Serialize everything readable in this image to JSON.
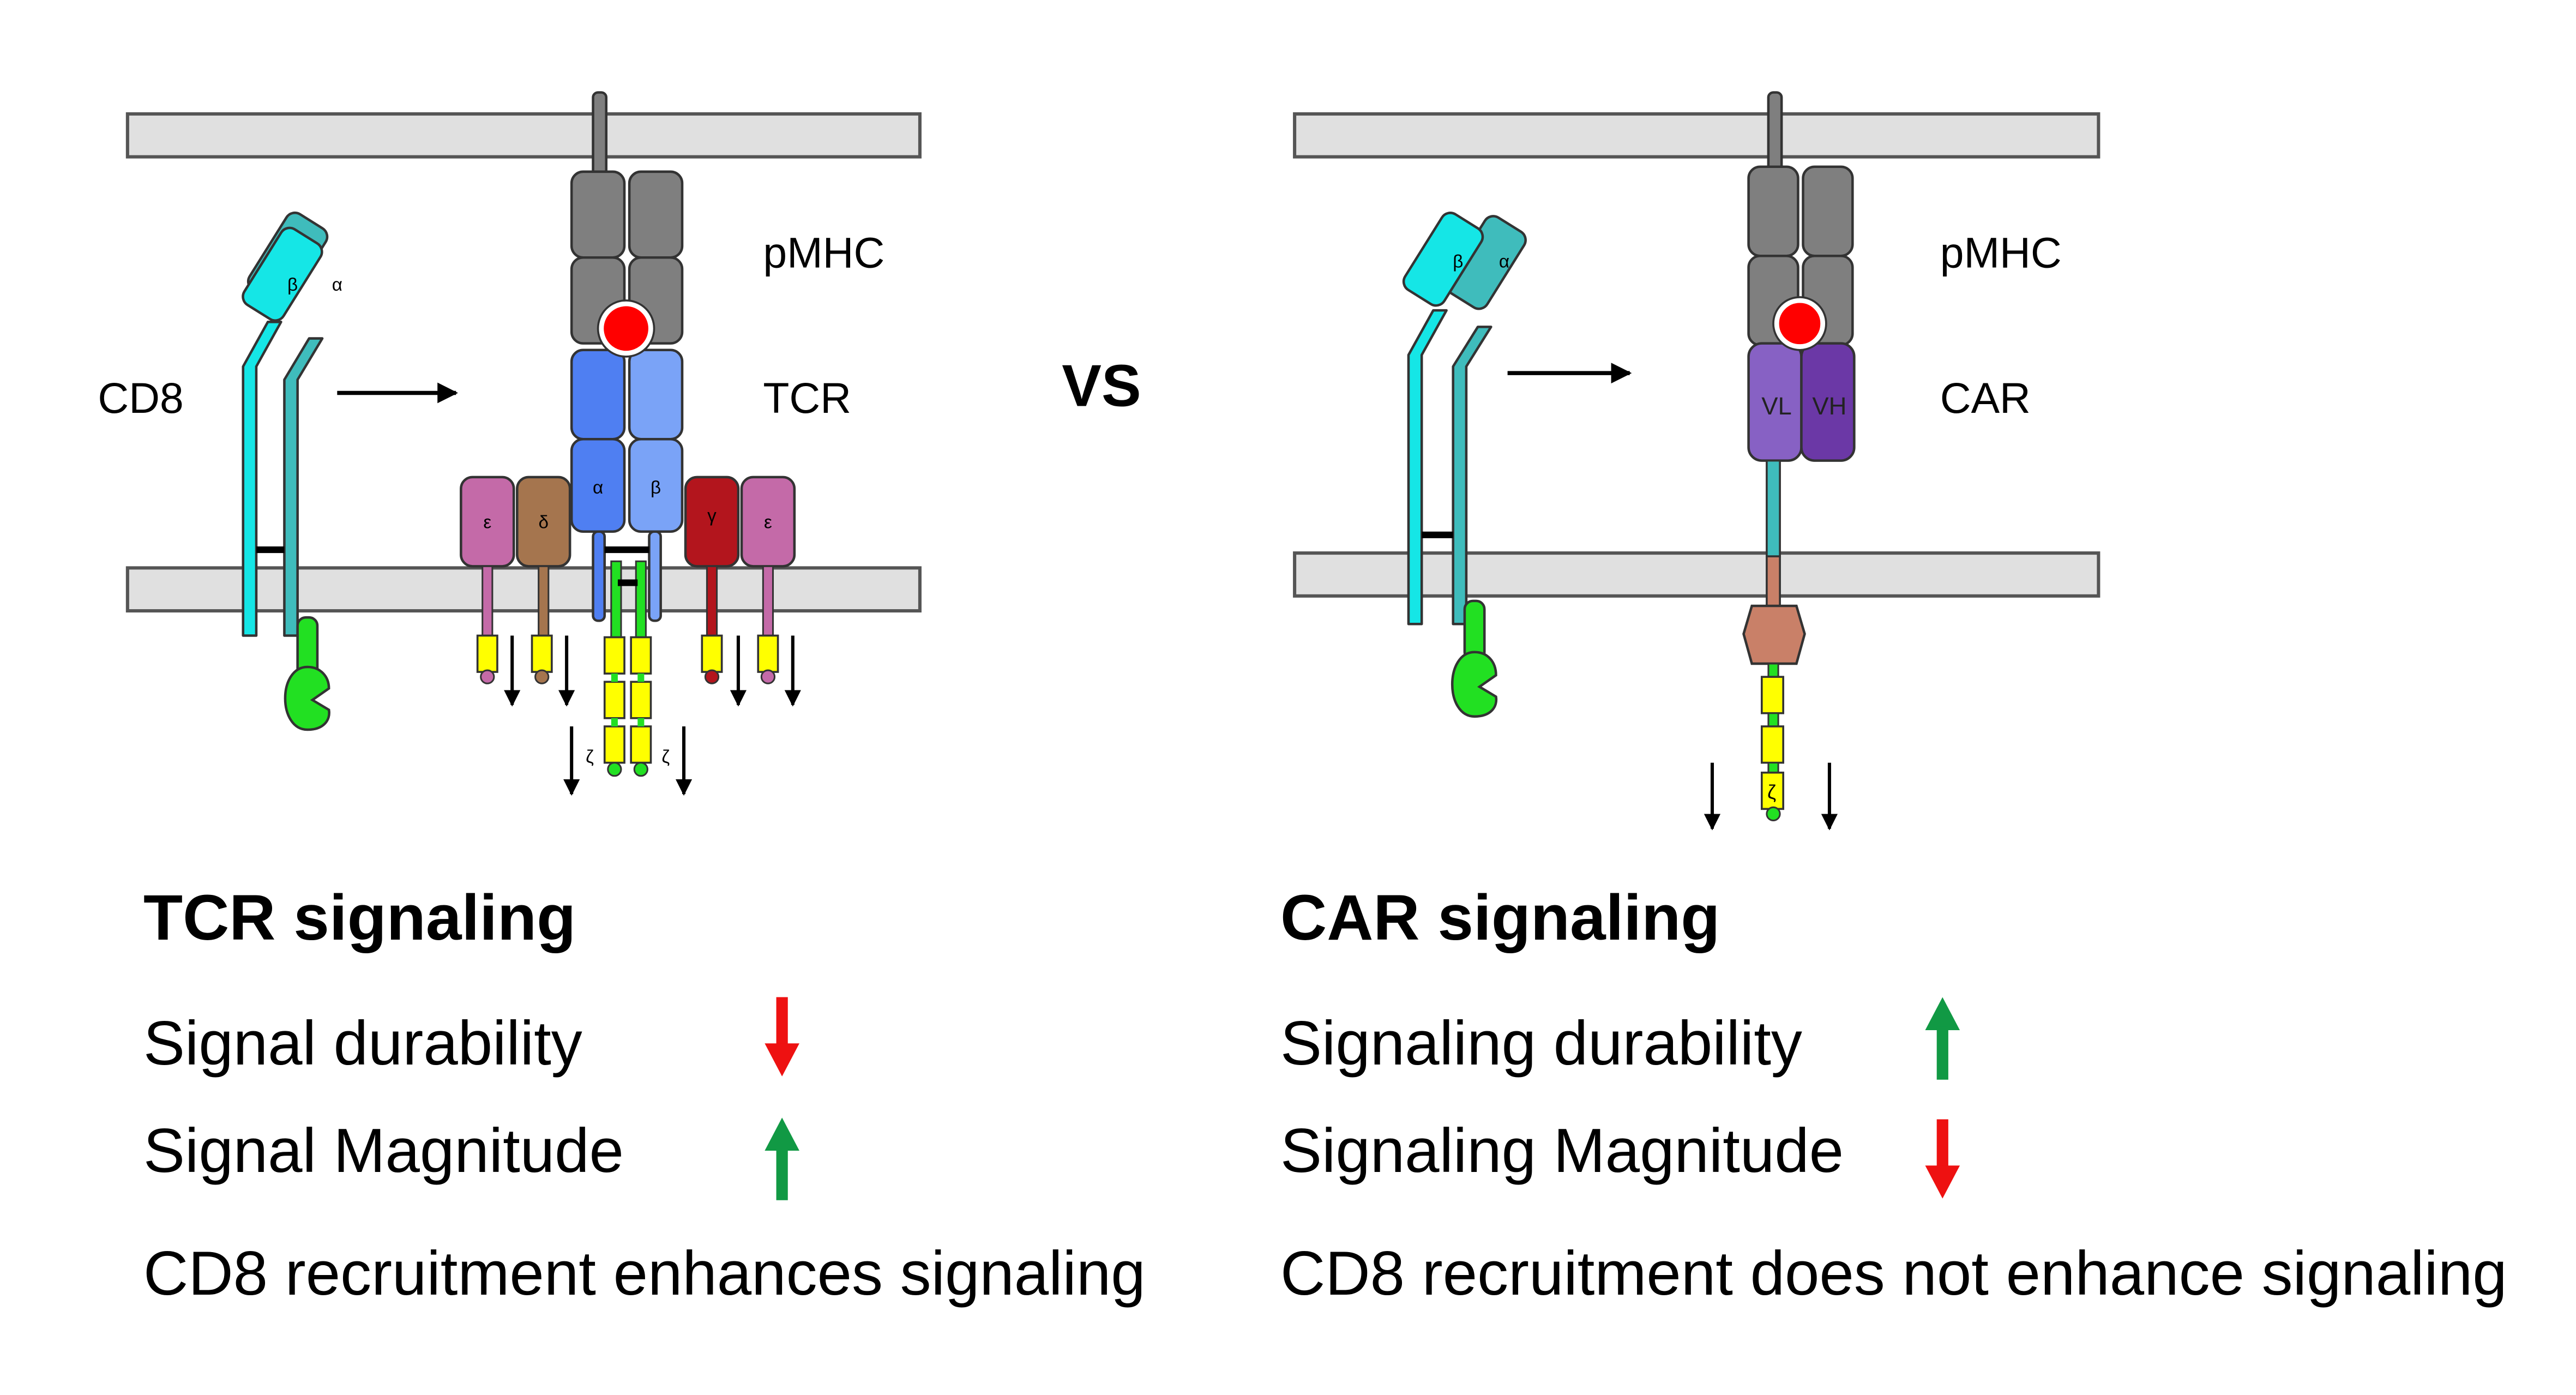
{
  "separator": "VS",
  "colors": {
    "membrane": "#e0e0e0",
    "mhc": "#7f7f7f",
    "peptide": "#ff0000",
    "tcr_alpha": "#4f7ff2",
    "tcr_beta": "#7aa3f7",
    "cd8_beta": "#15e6e6",
    "cd8_alpha": "#3fbcbc",
    "lck": "#22e022",
    "itam": "#ffff00",
    "cd3_epsilon": "#c46aa8",
    "cd3_delta": "#a5754e",
    "cd3_gamma": "#b3151d",
    "car_vl": "#8761c4",
    "car_vh": "#6b38a6",
    "car_domain": "#c98068",
    "arrow_up": "#119944",
    "arrow_down": "#ee1111"
  },
  "left_panel": {
    "labels": {
      "cd8": "CD8",
      "pmhc": "pMHC",
      "receptor": "TCR",
      "cd8_beta": "β",
      "cd8_alpha": "α",
      "tcr_alpha": "α",
      "tcr_beta": "β",
      "cd3_epsilon_1": "ε",
      "cd3_delta": "δ",
      "cd3_gamma": "γ",
      "cd3_epsilon_2": "ε",
      "zeta_1": "ζ",
      "zeta_2": "ζ"
    },
    "heading": "TCR signaling",
    "rows": [
      {
        "label": "Signal durability",
        "direction": "down"
      },
      {
        "label": "Signal Magnitude",
        "direction": "up"
      }
    ],
    "conclusion": "CD8 recruitment enhances signaling"
  },
  "right_panel": {
    "labels": {
      "pmhc": "pMHC",
      "receptor": "CAR",
      "cd8_beta": "β",
      "cd8_alpha": "α",
      "vl": "VL",
      "vh": "VH",
      "zeta": "ζ"
    },
    "heading": "CAR signaling",
    "rows": [
      {
        "label": "Signaling durability",
        "direction": "up"
      },
      {
        "label": "Signaling Magnitude",
        "direction": "down"
      }
    ],
    "conclusion": "CD8 recruitment does not enhance signaling"
  }
}
